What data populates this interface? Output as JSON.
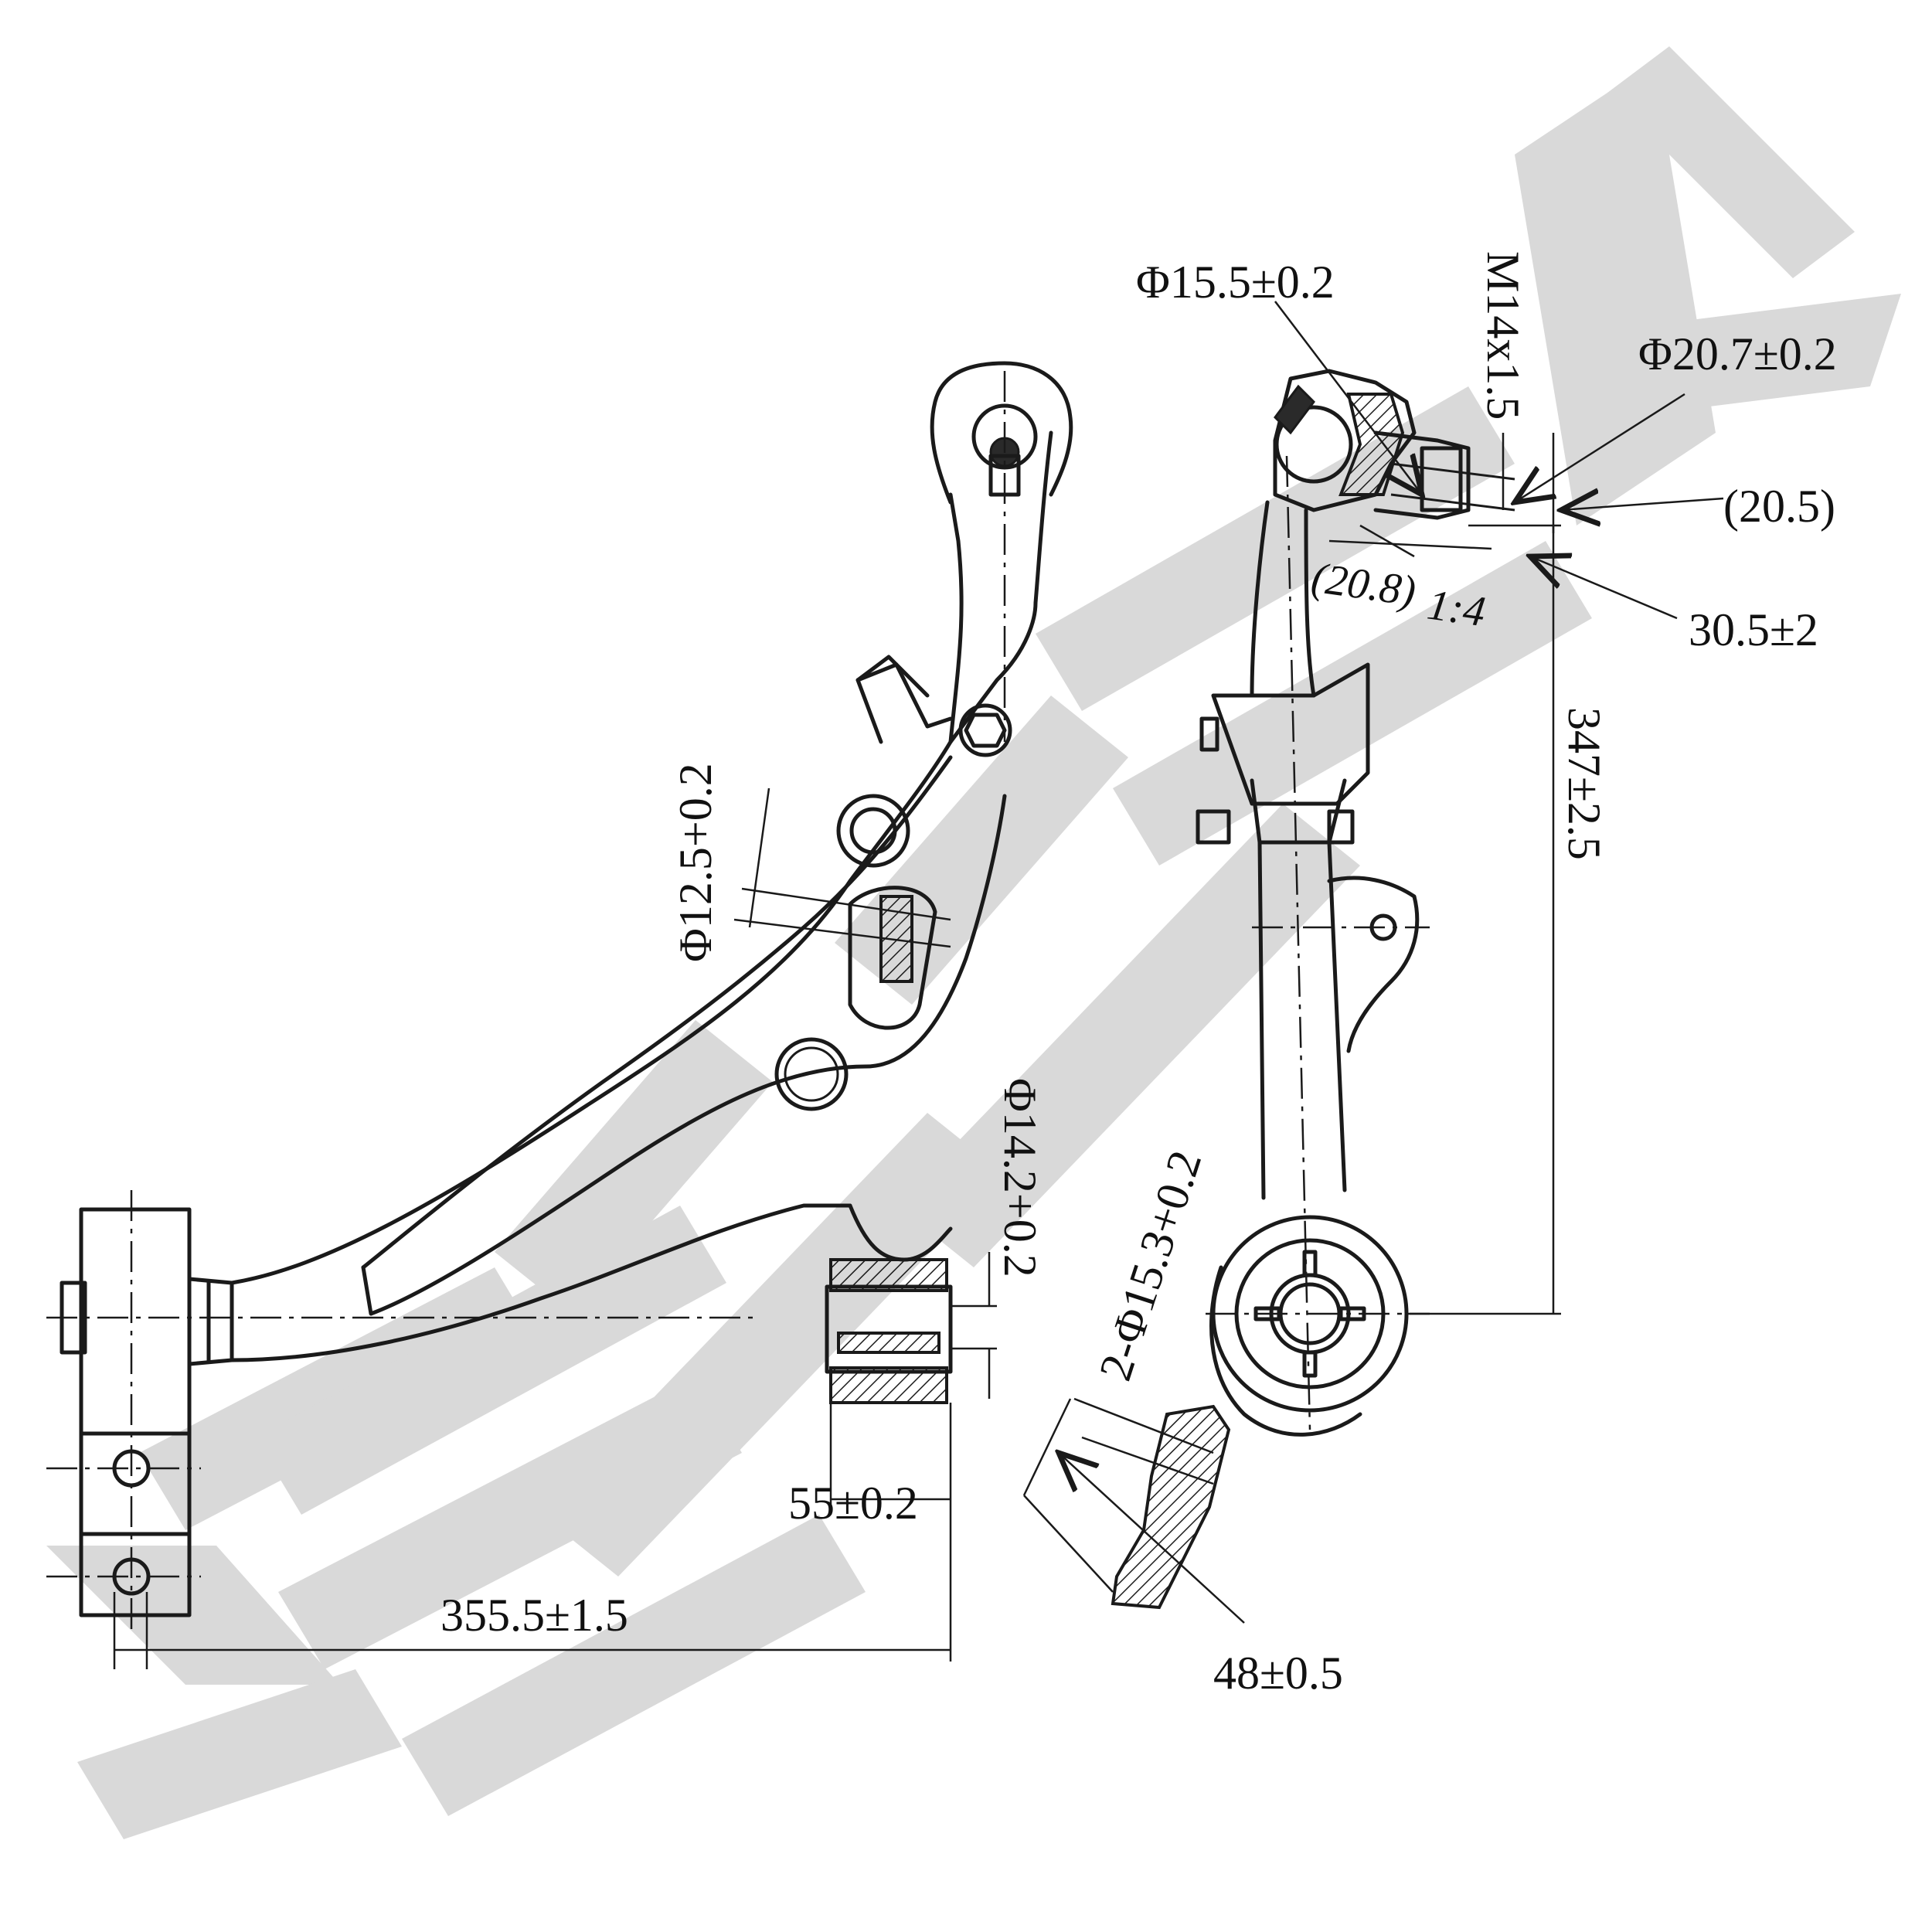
{
  "watermark": {
    "text": "ZENNEK",
    "color": "#d9d9d9"
  },
  "dimensions": {
    "phi_15_5": "Φ15.5±0.2",
    "m14": "M14x1.5",
    "phi_20_7": "Φ20.7±0.2",
    "ref_20_5": "(20.5)",
    "ref_20_8": "(20.8)",
    "taper": "1:4",
    "len_30_5": "30.5±2",
    "len_347": "347±2.5",
    "phi_12_5": "Φ12.5+0.2",
    "phi_14_2": "Φ14.2+0.2",
    "holes_15_3": "2-Φ15.3+0.2",
    "width_55": "55±0.2",
    "len_355_5": "355.5±1.5",
    "len_48": "48±0.5"
  }
}
